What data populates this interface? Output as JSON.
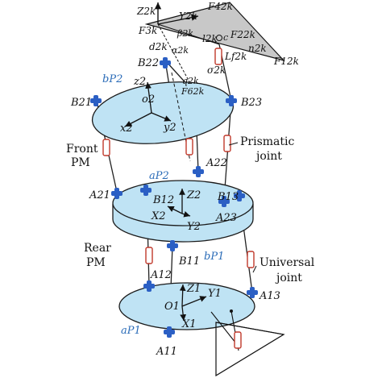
{
  "colors": {
    "platform_fill": "#bfe3f4",
    "platform_stroke": "#1a1a1a",
    "joint_blue": "#2b5fc4",
    "spring_red": "#c0392b",
    "label_blue": "#2b6cb8"
  },
  "labels": {
    "front_pm": [
      "Front",
      "PM"
    ],
    "rear_pm": [
      "Rear",
      "PM"
    ],
    "prismatic_joint": [
      "Prismatic",
      "joint"
    ],
    "universal_joint": [
      "Universal",
      "joint"
    ],
    "B22": "B22",
    "B21": "B21",
    "B23": "B23",
    "A21": "A21",
    "A22": "A22",
    "A23": "A23",
    "B12": "B12",
    "B13": "B13",
    "B11": "B11",
    "A11": "A11",
    "A12": "A12",
    "A13": "A13",
    "bP2": "bP2",
    "aP2": "aP2",
    "bP1": "bP1",
    "aP1": "aP1",
    "z2": "z2",
    "o2": "o2",
    "x2": "x2",
    "y2": "y2",
    "Z2": "Z2",
    "X2": "X2",
    "Y2": "Y2",
    "Z1": "Z1",
    "Y1": "Y1",
    "O1": "O1",
    "X1": "X1",
    "Z2k": "Z2k",
    "Y2k": "Y2k",
    "F3k": "F3k",
    "F42k": "F42k",
    "F22k": "F22k",
    "F12k": "F12k",
    "F62k": "F62k",
    "d2k": "d2k",
    "beta2k": "β2k",
    "a2k": "α2k",
    "l2k": "l2k",
    "Lf2k": "Lf2k",
    "n2k": "n2k",
    "sigma2k": "σ2k",
    "q2k": "q2k",
    "c": "c"
  }
}
